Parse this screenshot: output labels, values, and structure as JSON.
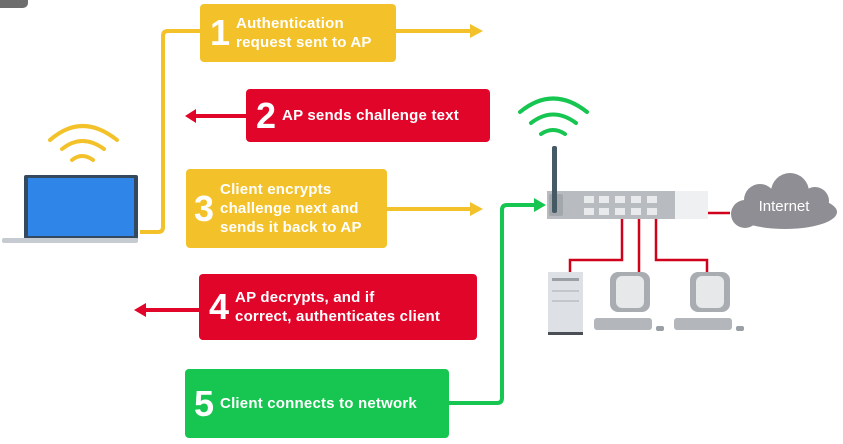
{
  "diagram": {
    "title": "Shared key authentication steps",
    "colors": {
      "client_to_ap": "#f3c22b",
      "ap_to_client": "#e2052a",
      "connected": "#16c651",
      "laptop_screen": "#2f86e8",
      "device_gray": "#b3b6bb",
      "cloud": "#8e8e94"
    },
    "steps": [
      {
        "number": "1",
        "text_lines": [
          "Authentication",
          "request sent to AP"
        ],
        "direction": "client-to-ap"
      },
      {
        "number": "2",
        "text_lines": [
          "AP sends challenge text"
        ],
        "direction": "ap-to-client"
      },
      {
        "number": "3",
        "text_lines": [
          "Client encrypts",
          "challenge next and",
          "sends it back to AP"
        ],
        "direction": "client-to-ap"
      },
      {
        "number": "4",
        "text_lines": [
          "AP decrypts, and if",
          "correct, authenticates client"
        ],
        "direction": "ap-to-client"
      },
      {
        "number": "5",
        "text_lines": [
          "Client connects to network"
        ],
        "direction": "client-to-ap"
      }
    ],
    "nodes": {
      "client": "laptop",
      "access_point": "wireless router",
      "internet_label": "Internet",
      "lan_devices": [
        "server",
        "desktop computer",
        "desktop computer"
      ]
    }
  }
}
